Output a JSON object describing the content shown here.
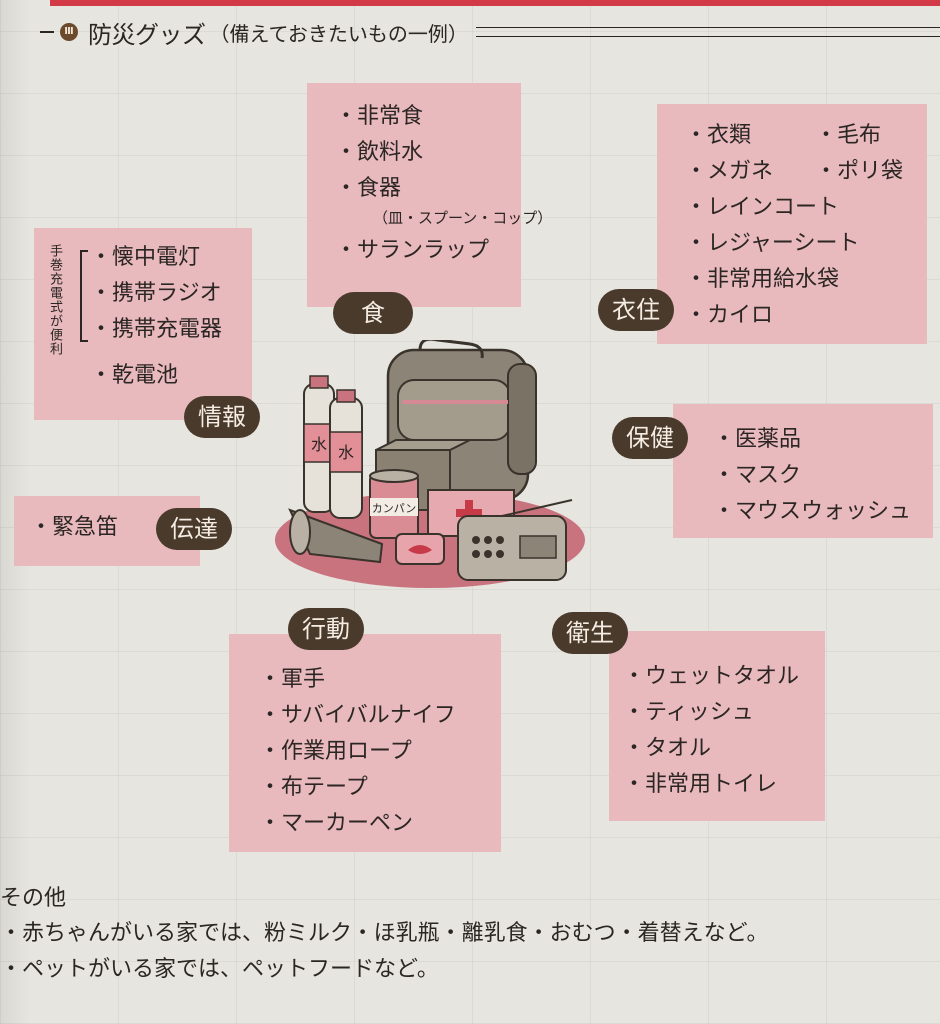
{
  "title": {
    "main": "防災グッズ",
    "sub": "（備えておきたいもの一例）",
    "badge": "Ⅲ"
  },
  "categories": {
    "food": {
      "label": "食",
      "items": [
        "非常食",
        "飲料水",
        "食器",
        "サランラップ"
      ],
      "note": "（皿・スプーン・コップ）"
    },
    "clothing": {
      "label": "衣住",
      "items_left": [
        "衣類",
        "メガネ",
        "レインコート",
        "レジャーシート",
        "非常用給水袋",
        "カイロ"
      ],
      "items_right": [
        "毛布",
        "ポリ袋"
      ]
    },
    "info": {
      "label": "情報",
      "items": [
        "懐中電灯",
        "携帯ラジオ",
        "携帯充電器",
        "乾電池"
      ],
      "side_note": "手巻充電式が便利"
    },
    "health": {
      "label": "保健",
      "items": [
        "医薬品",
        "マスク",
        "マウスウォッシュ"
      ]
    },
    "communication": {
      "label": "伝達",
      "items": [
        "緊急笛"
      ]
    },
    "action": {
      "label": "行動",
      "items": [
        "軍手",
        "サバイバルナイフ",
        "作業用ロープ",
        "布テープ",
        "マーカーペン"
      ]
    },
    "hygiene": {
      "label": "衛生",
      "items": [
        "ウェットタオル",
        "ティッシュ",
        "タオル",
        "非常用トイレ"
      ]
    }
  },
  "illustration": {
    "bottle_label": "水",
    "can_label": "カンパン"
  },
  "other": {
    "title": "その他",
    "items": [
      "赤ちゃんがいる家では、粉ミルク・ほ乳瓶・離乳食・おむつ・着替えなど。",
      "ペットがいる家では、ペットフードなど。"
    ]
  },
  "colors": {
    "box_pink": "#e8b9bd",
    "label_brown": "#4a3a2c",
    "accent_red": "#d23a48"
  }
}
